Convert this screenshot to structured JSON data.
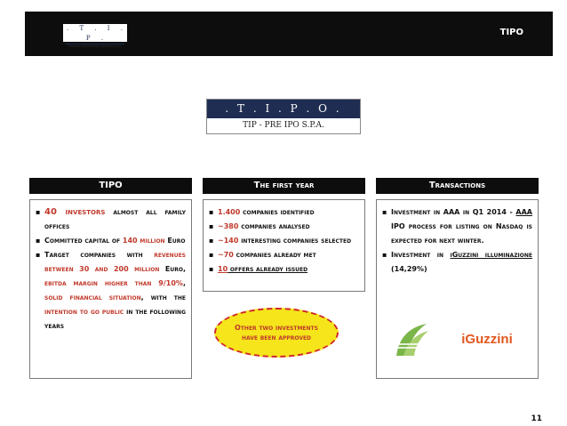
{
  "header": {
    "logo_letters": ". T . I . P .",
    "logo_tagline": "TAMBURI INVESTMENT PARTNERS S.P.A.",
    "title": "TIPO"
  },
  "center_logo": {
    "letters": ". T . I . P . O .",
    "subtitle": "TIP - PRE IPO S.P.A."
  },
  "columns": [
    {
      "heading": "TIPO",
      "items": [
        {
          "parts": [
            {
              "text": "40 investors",
              "style": "red big-num"
            },
            {
              "text": " almost all family offices",
              "style": ""
            }
          ]
        },
        {
          "parts": [
            {
              "text": "Committed capital of ",
              "style": ""
            },
            {
              "text": "140 million",
              "style": "red"
            },
            {
              "text": " Euro",
              "style": ""
            }
          ]
        },
        {
          "parts": [
            {
              "text": "Target companies with ",
              "style": ""
            },
            {
              "text": "revenues between 30 and 200 million",
              "style": "red"
            },
            {
              "text": " Euro, ",
              "style": ""
            },
            {
              "text": "ebitda margin higher than 9/10%",
              "style": "red"
            },
            {
              "text": ", ",
              "style": ""
            },
            {
              "text": "solid financial situation",
              "style": "red"
            },
            {
              "text": ", with the ",
              "style": ""
            },
            {
              "text": "intention to go public",
              "style": "red"
            },
            {
              "text": " in the following years",
              "style": ""
            }
          ]
        }
      ]
    },
    {
      "heading": "The first year",
      "items": [
        {
          "parts": [
            {
              "text": "1.400",
              "style": "red"
            },
            {
              "text": " companies identified",
              "style": ""
            }
          ]
        },
        {
          "parts": [
            {
              "text": "~380",
              "style": "red"
            },
            {
              "text": " companies analysed",
              "style": ""
            }
          ]
        },
        {
          "parts": [
            {
              "text": "~140",
              "style": "red"
            },
            {
              "text": " interesting companies selected",
              "style": ""
            }
          ]
        },
        {
          "parts": [
            {
              "text": "~70",
              "style": "red"
            },
            {
              "text": " companies already met",
              "style": ""
            }
          ]
        },
        {
          "parts": [
            {
              "text": "10",
              "style": "red u"
            },
            {
              "text": " offers already issued",
              "style": "u"
            }
          ]
        }
      ],
      "callout": "Other two investments have been approved"
    },
    {
      "heading": "Transactions",
      "items": [
        {
          "parts": [
            {
              "text": "Investment in AAA in Q1 2014 - ",
              "style": ""
            },
            {
              "text": "AAA",
              "style": "u"
            },
            {
              "text": " IPO process for listing on Nasdaq is expected for next winter.",
              "style": ""
            }
          ]
        },
        {
          "parts": [
            {
              "text": "Investment in ",
              "style": ""
            },
            {
              "text": "iGuzzini illuminazione",
              "style": "u"
            },
            {
              "text": " (14,29%)",
              "style": ""
            }
          ]
        }
      ],
      "logos": [
        {
          "name": "aaa-logo-icon",
          "color": "#7ab648"
        },
        {
          "name": "iguzzini-logo",
          "text": "iGuzzini",
          "color": "#e2571f"
        }
      ]
    }
  ],
  "page_number": "11"
}
